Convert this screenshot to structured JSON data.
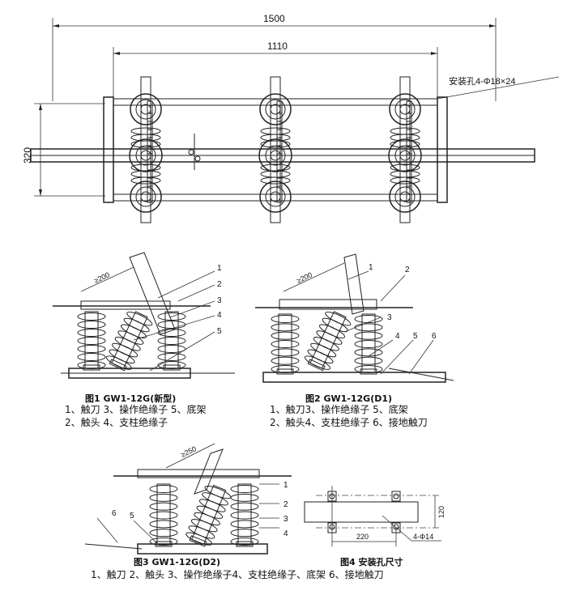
{
  "top_view": {
    "dim_overall": "1500",
    "dim_pole_spacing": "1110",
    "dim_height": "320",
    "mount_hole_note": "安装孔4-Φ18×24"
  },
  "fig1": {
    "title": "图1 GW1-12G(新型)",
    "callouts": [
      "1",
      "2",
      "3",
      "4",
      "5"
    ],
    "dim": "≥200",
    "legend_line1": "1、触刀  3、操作绝缘子  5、底架",
    "legend_line2": "2、触头  4、支柱绝缘子"
  },
  "fig2": {
    "title": "图2 GW1-12G(D1)",
    "callouts": [
      "1",
      "2",
      "3",
      "4",
      "5",
      "6"
    ],
    "dim": "≥200",
    "legend_line1": "1、触刀3、操作绝缘子   5、底架",
    "legend_line2": "2、触头4、支柱绝缘子   6、接地触刀"
  },
  "fig3": {
    "title": "图3 GW1-12G(D2)",
    "callouts": [
      "1",
      "2",
      "3",
      "4",
      "5",
      "6"
    ],
    "dim": "≥250",
    "legend": "1、触刀  2、触头 3、操作绝缘子4、支柱绝缘子、底架   6、接地触刀"
  },
  "fig4": {
    "title": "图4 安装孔尺寸",
    "dim_width": "220",
    "dim_height": "120",
    "hole_note": "4-Φ14"
  }
}
